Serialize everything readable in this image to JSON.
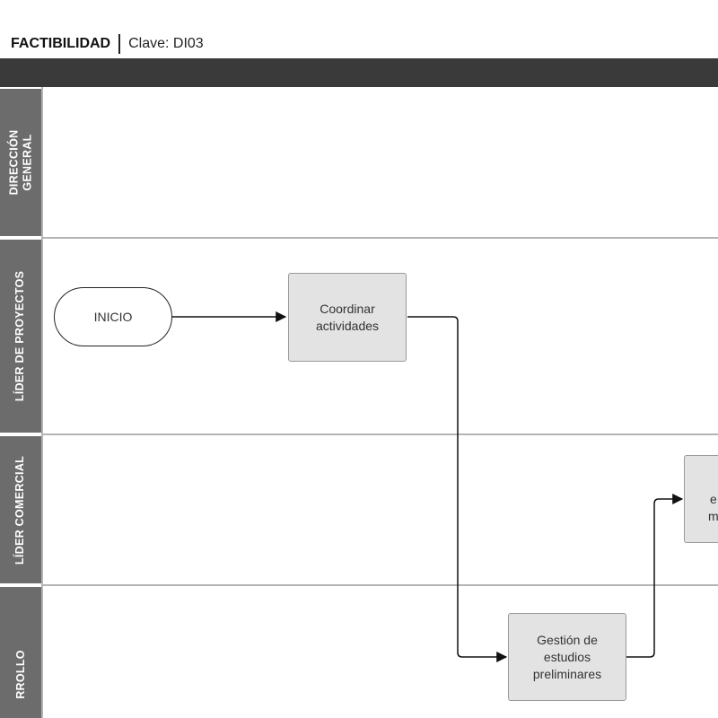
{
  "header": {
    "title": "FACTIBILIDAD",
    "code": "Clave: DI03"
  },
  "lanes": [
    {
      "label": "DIRECCIÓN\nGENERAL"
    },
    {
      "label": "LÍDER DE PROYECTOS"
    },
    {
      "label": "LÍDER COMERCIAL"
    },
    {
      "label": "RROLLO"
    }
  ],
  "nodes": {
    "inicio": {
      "label": "INICIO"
    },
    "coordinar": {
      "label": "Coordinar\nactividades"
    },
    "gestion": {
      "label": "Gestión de\nestudios\npreliminares"
    },
    "partial": {
      "label": "\ne\nm"
    }
  },
  "colors": {
    "topbar": "#3a3a3a",
    "lane_label_bg": "#6c6c6c",
    "process_fill": "#e3e3e3",
    "connector": "#111111"
  }
}
